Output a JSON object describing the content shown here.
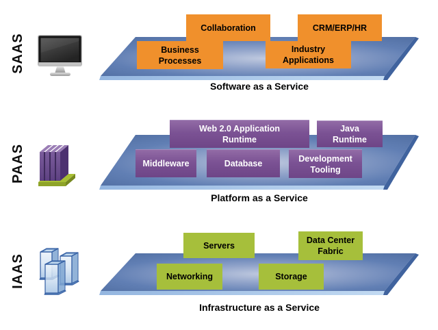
{
  "colors": {
    "box_orange": "#F0902C",
    "box_purple": "#7B5294",
    "box_green": "#A6BF3B",
    "platform_blue_edge": "#5472A6",
    "platform_sheen": "#BFC9DF",
    "platform_bottom_strip": "#A8C6EA",
    "text_dark": "#000000",
    "text_light": "#FFFFFF"
  },
  "sections": [
    {
      "id": "saas",
      "label": "SAAS",
      "icon": "monitor-icon",
      "caption": "Software as a Service",
      "boxes": [
        {
          "label": "Collaboration"
        },
        {
          "label": "CRM/ERP/HR"
        },
        {
          "label": "Business\nProcesses"
        },
        {
          "label": "Industry\nApplications"
        }
      ]
    },
    {
      "id": "paas",
      "label": "PAAS",
      "icon": "platform-stack-icon",
      "caption": "Platform as a Service",
      "boxes": [
        {
          "label": "Web 2.0 Application\nRuntime"
        },
        {
          "label": "Java\nRuntime"
        },
        {
          "label": "Middleware"
        },
        {
          "label": "Database"
        },
        {
          "label": "Development\nTooling"
        }
      ]
    },
    {
      "id": "iaas",
      "label": "IAAS",
      "icon": "server-cubes-icon",
      "caption": "Infrastructure as a Service",
      "boxes": [
        {
          "label": "Servers"
        },
        {
          "label": "Data Center\nFabric"
        },
        {
          "label": "Networking"
        },
        {
          "label": "Storage"
        }
      ]
    }
  ]
}
